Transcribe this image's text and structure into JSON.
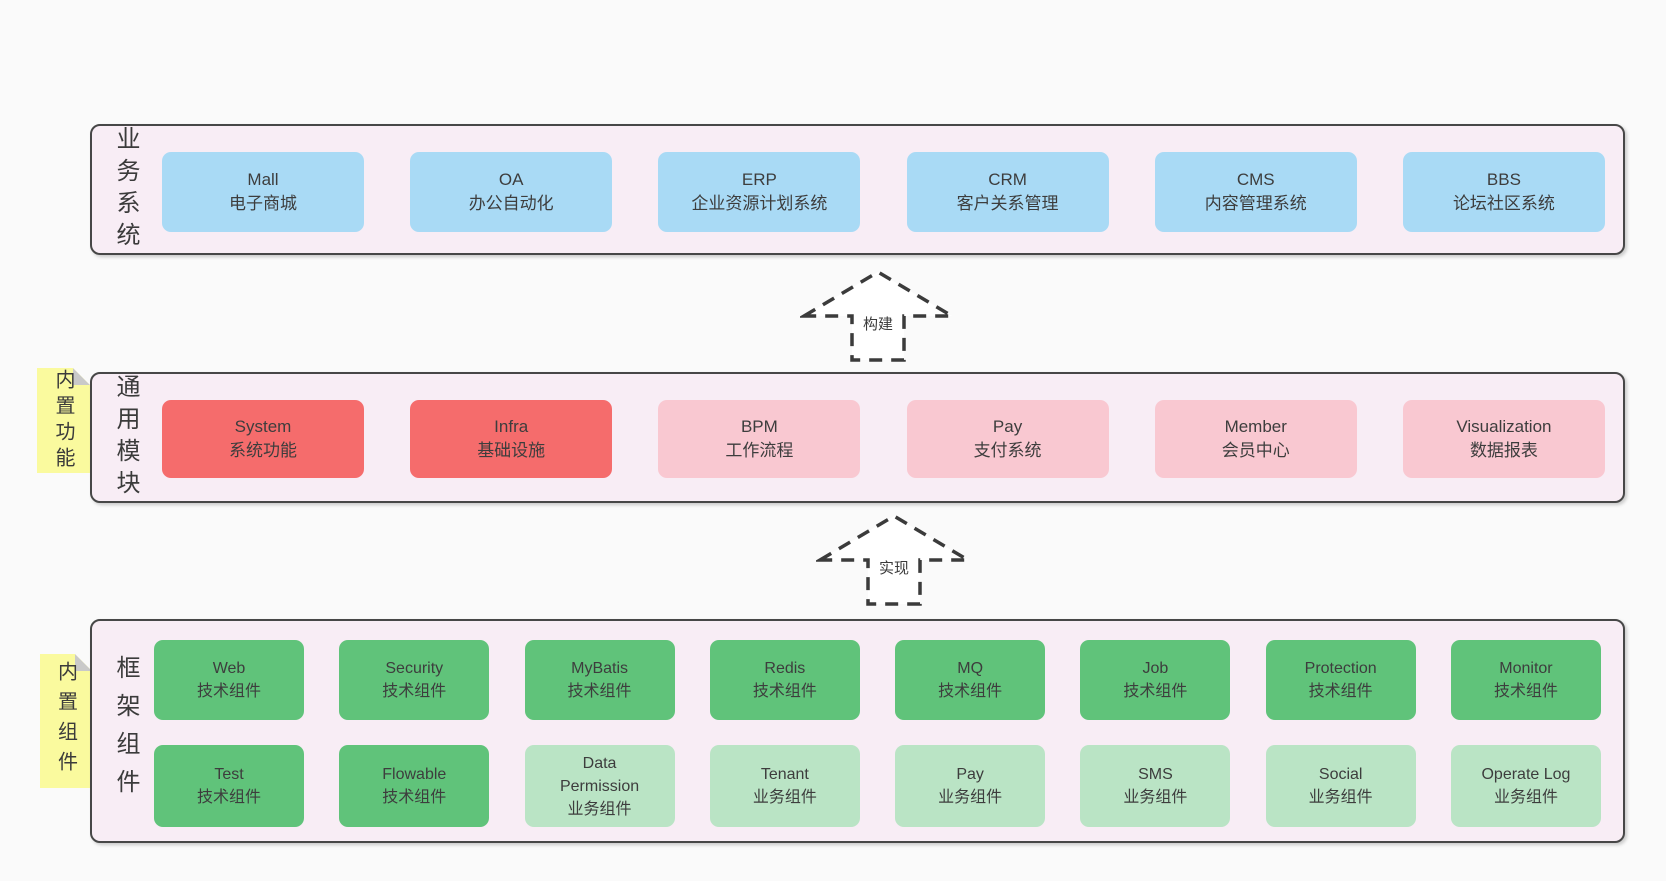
{
  "colors": {
    "page_bg": "#fafafa",
    "band_bg": "#f8edf5",
    "band_border": "#474747",
    "blue": "#a9daf5",
    "red": "#f56c6c",
    "pink": "#f9c8d1",
    "green": "#60c37a",
    "light_green": "#bae4c5",
    "sticky_yellow": "#fafa9e",
    "text": "#3d3d3d"
  },
  "bands": [
    {
      "label": "业务系统",
      "boxes": [
        {
          "title": "Mall",
          "subtitle": "电子商城"
        },
        {
          "title": "OA",
          "subtitle": "办公自动化"
        },
        {
          "title": "ERP",
          "subtitle": "企业资源计划系统"
        },
        {
          "title": "CRM",
          "subtitle": "客户关系管理"
        },
        {
          "title": "CMS",
          "subtitle": "内容管理系统"
        },
        {
          "title": "BBS",
          "subtitle": "论坛社区系统"
        }
      ]
    },
    {
      "label": "通用模块",
      "sticky": "内置功能",
      "boxes": [
        {
          "title": "System",
          "subtitle": "系统功能"
        },
        {
          "title": "Infra",
          "subtitle": "基础设施"
        },
        {
          "title": "BPM",
          "subtitle": "工作流程"
        },
        {
          "title": "Pay",
          "subtitle": "支付系统"
        },
        {
          "title": "Member",
          "subtitle": "会员中心"
        },
        {
          "title": "Visualization",
          "subtitle": "数据报表"
        }
      ]
    },
    {
      "label": "框架组件",
      "sticky": "内置组件",
      "rows": [
        [
          {
            "title": "Web",
            "subtitle": "技术组件"
          },
          {
            "title": "Security",
            "subtitle": "技术组件"
          },
          {
            "title": "MyBatis",
            "subtitle": "技术组件"
          },
          {
            "title": "Redis",
            "subtitle": "技术组件"
          },
          {
            "title": "MQ",
            "subtitle": "技术组件"
          },
          {
            "title": "Job",
            "subtitle": "技术组件"
          },
          {
            "title": "Protection",
            "subtitle": "技术组件"
          },
          {
            "title": "Monitor",
            "subtitle": "技术组件"
          }
        ],
        [
          {
            "title": "Test",
            "subtitle": "技术组件"
          },
          {
            "title": "Flowable",
            "subtitle": "技术组件"
          },
          {
            "title": "Data Permission",
            "subtitle": "业务组件"
          },
          {
            "title": "Tenant",
            "subtitle": "业务组件"
          },
          {
            "title": "Pay",
            "subtitle": "业务组件"
          },
          {
            "title": "SMS",
            "subtitle": "业务组件"
          },
          {
            "title": "Social",
            "subtitle": "业务组件"
          },
          {
            "title": "Operate Log",
            "subtitle": "业务组件"
          }
        ]
      ]
    }
  ],
  "arrows": [
    {
      "label": "构建"
    },
    {
      "label": "实现"
    }
  ]
}
